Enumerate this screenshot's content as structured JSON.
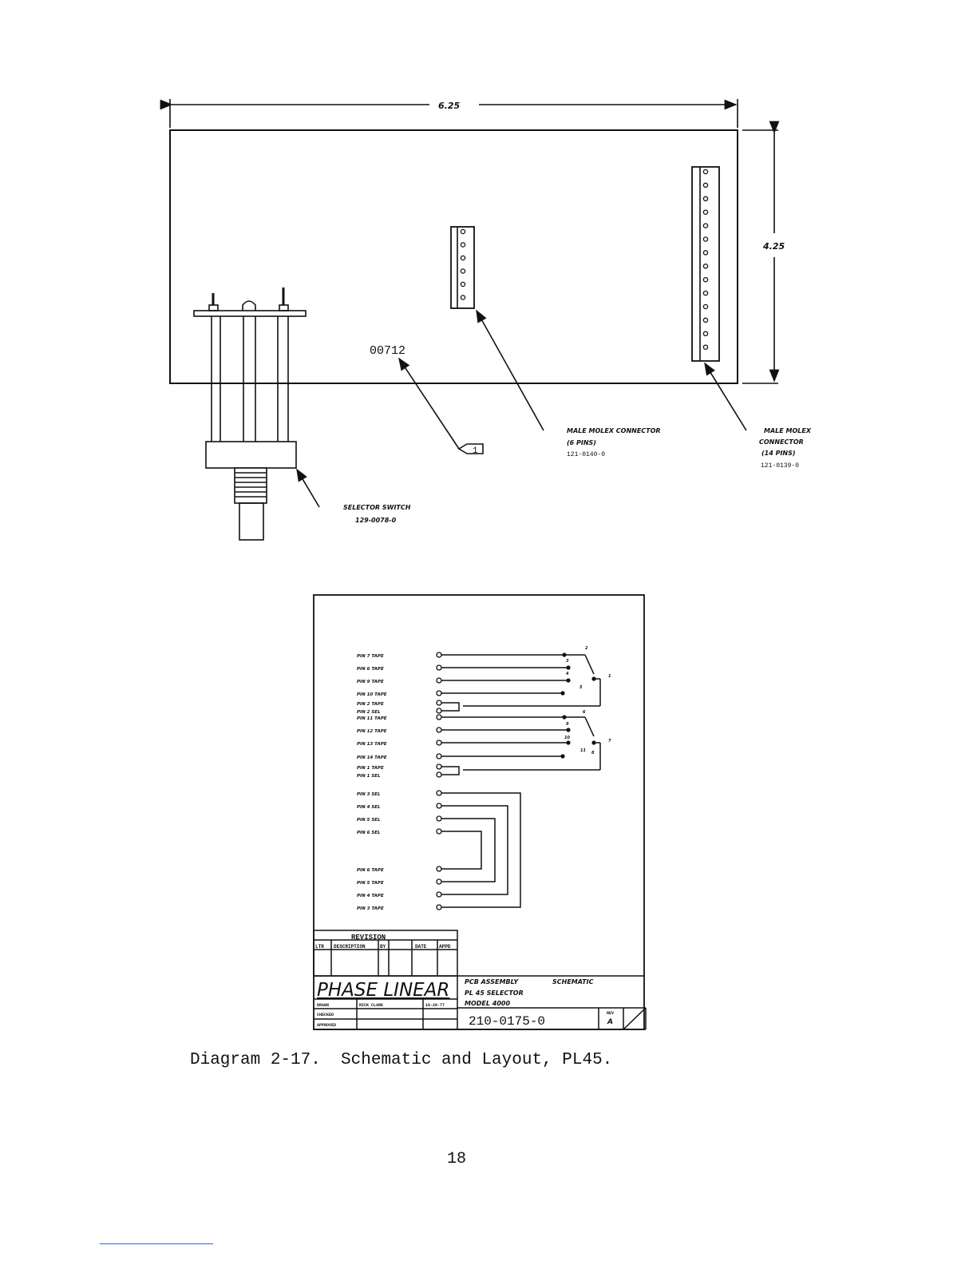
{
  "layout_drawing": {
    "width_dim": "6.25",
    "height_dim": "4.25",
    "part_ref": "00712",
    "note_marker": "1",
    "connector_6": {
      "label": "MALE MOLEX CONNECTOR",
      "pins": "(6 PINS)",
      "part_no": "121-0140-0"
    },
    "connector_14": {
      "label_line1": "MALE MOLEX",
      "label_line2": "CONNECTOR",
      "pins": "(14 PINS)",
      "part_no": "121-0139-0"
    },
    "selector_switch": {
      "label": "SELECTOR SWITCH",
      "part_no": "129-0078-0"
    }
  },
  "schematic": {
    "pin_labels": [
      "PIN 7 TAPE",
      "PIN 6 TAPE",
      "PIN 9 TAPE",
      "PIN 10 TAPE",
      "PIN 2 TAPE",
      "PIN 2 SEL",
      "PIN 11 TAPE",
      "PIN 12 TAPE",
      "PIN 13 TAPE",
      "PIN 14 TAPE",
      "PIN 1 TAPE",
      "PIN 1 SEL",
      "PIN 3 SEL",
      "PIN 4 SEL",
      "PIN 5 SEL",
      "PIN 6 SEL",
      "PIN 6 TAPE",
      "PIN 5 TAPE",
      "PIN 4 TAPE",
      "PIN 3 TAPE"
    ],
    "switch_contacts": [
      "2",
      "3",
      "4",
      "5",
      "1",
      "6",
      "9",
      "10",
      "11",
      "7",
      "8"
    ]
  },
  "title_block": {
    "revision_header": "REVISION",
    "rev_columns": [
      "LTR",
      "DESCRIPTION",
      "BY",
      "DATE",
      "APPD"
    ],
    "company": "PHASE LINEAR",
    "title_line1": "PCB ASSEMBLY",
    "title_line1b": "SCHEMATIC",
    "title_line2": "PL 45 SELECTOR",
    "title_line3": "MODEL 4000",
    "drawn_label": "DRAWN",
    "drawn_by": "RICK CLARK",
    "drawn_date": "10-26-77",
    "checked_label": "CHECKED",
    "approved_label": "APPROVED",
    "drawing_number": "210-0175-0",
    "rev_label": "REV",
    "rev_value": "A"
  },
  "caption": "Diagram 2-17.  Schematic and Layout, PL45.",
  "page_number": "18"
}
